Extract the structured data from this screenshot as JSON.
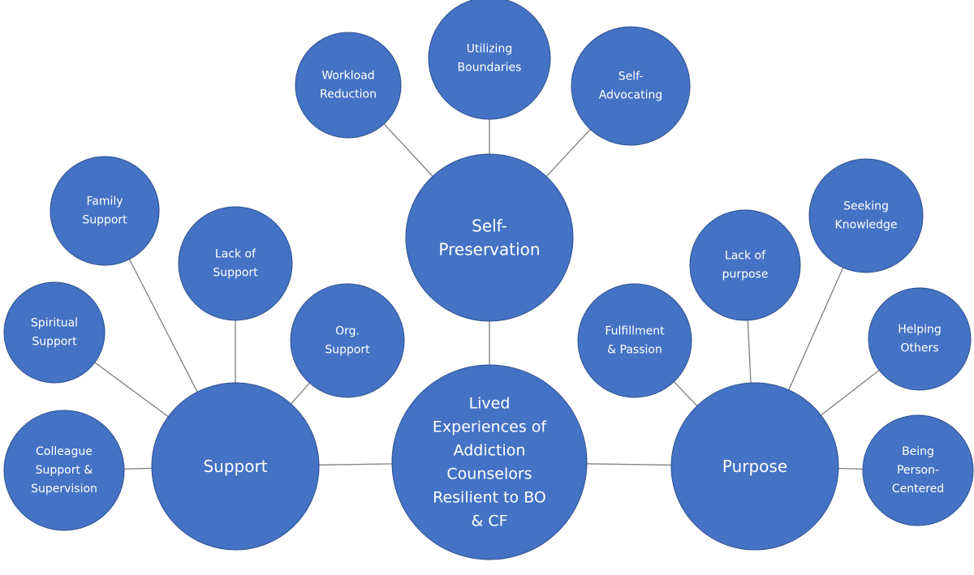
{
  "diagram": {
    "nodes": [
      {
        "id": "center",
        "lines": [
          "Lived",
          "Experiences of",
          "Addiction",
          "Counselors",
          "Resilient to BO",
          "& CF"
        ]
      },
      {
        "id": "self-preservation",
        "lines": [
          "Self-",
          "Preservation"
        ]
      },
      {
        "id": "support",
        "lines": [
          "Support"
        ]
      },
      {
        "id": "purpose",
        "lines": [
          "Purpose"
        ]
      },
      {
        "id": "workload-reduction",
        "lines": [
          "Workload",
          "Reduction"
        ]
      },
      {
        "id": "utilizing-boundaries",
        "lines": [
          "Utilizing",
          "Boundaries"
        ]
      },
      {
        "id": "self-advocating",
        "lines": [
          "Self-",
          "Advocating"
        ]
      },
      {
        "id": "family-support",
        "lines": [
          "Family",
          "Support"
        ]
      },
      {
        "id": "lack-of-support",
        "lines": [
          "Lack of",
          "Support"
        ]
      },
      {
        "id": "spiritual-support",
        "lines": [
          "Spiritual",
          "Support"
        ]
      },
      {
        "id": "org-support",
        "lines": [
          "Org.",
          "Support"
        ]
      },
      {
        "id": "colleague-support",
        "lines": [
          "Colleague",
          "Support &",
          "Supervision"
        ]
      },
      {
        "id": "seeking-knowledge",
        "lines": [
          "Seeking",
          "Knowledge"
        ]
      },
      {
        "id": "lack-of-purpose",
        "lines": [
          "Lack of",
          "purpose"
        ]
      },
      {
        "id": "fulfillment-passion",
        "lines": [
          "Fulfillment",
          "& Passion"
        ]
      },
      {
        "id": "helping-others",
        "lines": [
          "Helping",
          "Others"
        ]
      },
      {
        "id": "being-person-centered",
        "lines": [
          "Being",
          "Person-",
          "Centered"
        ]
      }
    ],
    "edges": [
      {
        "from": "center",
        "to": "self-preservation"
      },
      {
        "from": "center",
        "to": "support"
      },
      {
        "from": "center",
        "to": "purpose"
      },
      {
        "from": "self-preservation",
        "to": "workload-reduction"
      },
      {
        "from": "self-preservation",
        "to": "utilizing-boundaries"
      },
      {
        "from": "self-preservation",
        "to": "self-advocating"
      },
      {
        "from": "support",
        "to": "family-support"
      },
      {
        "from": "support",
        "to": "lack-of-support"
      },
      {
        "from": "support",
        "to": "spiritual-support"
      },
      {
        "from": "support",
        "to": "org-support"
      },
      {
        "from": "support",
        "to": "colleague-support"
      },
      {
        "from": "purpose",
        "to": "seeking-knowledge"
      },
      {
        "from": "purpose",
        "to": "lack-of-purpose"
      },
      {
        "from": "purpose",
        "to": "fulfillment-passion"
      },
      {
        "from": "purpose",
        "to": "helping-others"
      },
      {
        "from": "purpose",
        "to": "being-person-centered"
      }
    ],
    "colors": {
      "node_fill": "#4472c4",
      "node_stroke": "#2f528f",
      "edge": "#7f7f7f",
      "text": "#ffffff"
    }
  }
}
